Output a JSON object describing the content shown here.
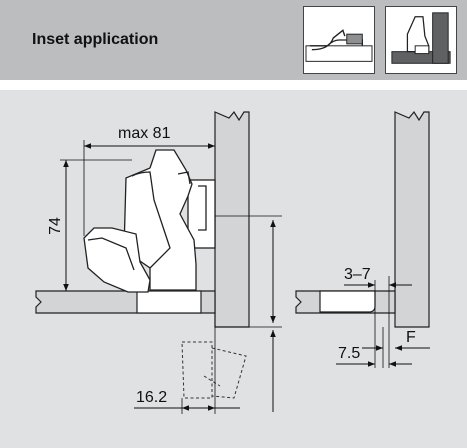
{
  "header": {
    "title": "Inset application",
    "thumbnails": [
      {
        "name": "side-view-thumbnail"
      },
      {
        "name": "front-view-thumbnail"
      }
    ]
  },
  "dimensions": {
    "max_width": "max 81",
    "height": "74",
    "gap": "3–7",
    "overlay_label": "F",
    "setback": "7.5",
    "offset": "16.2"
  },
  "colors": {
    "panel_fill": "#d3d4d5",
    "line": "#222222",
    "background": "#e0e1e2",
    "header": "#bcbdbf"
  }
}
